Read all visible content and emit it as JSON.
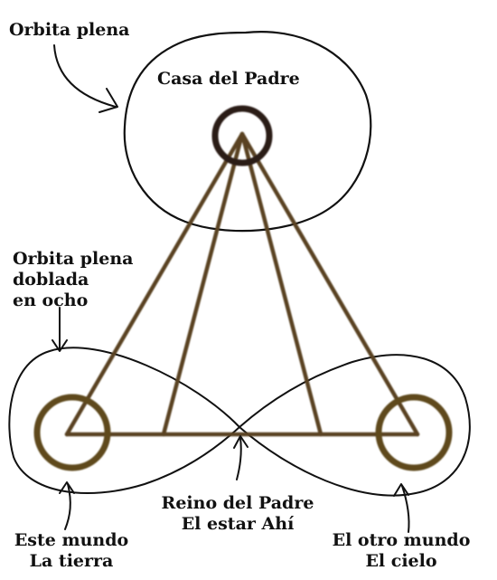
{
  "labels": {
    "orbita_plena": "Orbita plena",
    "casa_del_padre": "Casa del Padre",
    "orbita_doblada": [
      "Orbita plena",
      "doblada",
      "en ocho"
    ],
    "este_mundo": [
      "Este mundo",
      "La tierra"
    ],
    "reino_del_padre": [
      "Reino del Padre",
      "El estar Ahí"
    ],
    "otro_mundo": [
      "El otro mundo",
      "El cielo"
    ]
  },
  "colors": {
    "ink": "#111111",
    "brown_lines": "#5a4320",
    "dark_ring": "#2a1a12",
    "tan_ring": "#5e4a1c"
  }
}
